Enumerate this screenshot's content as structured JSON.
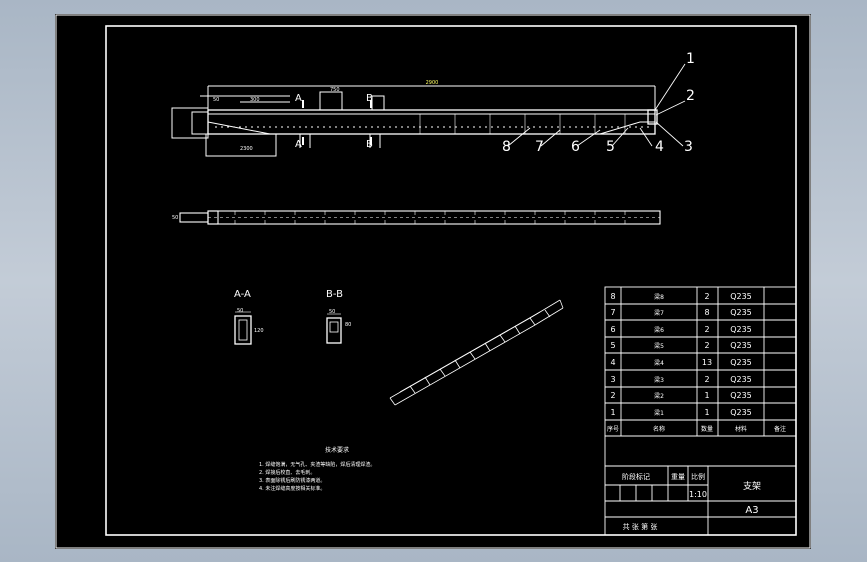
{
  "drawing": {
    "overall_length": "2900",
    "left_dims": [
      "50",
      "300",
      "750",
      "2300"
    ],
    "section_labels": [
      "A",
      "B"
    ],
    "callouts": [
      "1",
      "2",
      "3",
      "4",
      "5",
      "6",
      "7",
      "8"
    ],
    "section_views": [
      {
        "title": "A-A",
        "dim_w": "50",
        "dim_h": "120"
      },
      {
        "title": "B-B",
        "dim_w": "50",
        "dim_h": "80"
      }
    ],
    "side_view_dim": "50"
  },
  "notes": {
    "title": "技术要求",
    "lines": [
      "1. 焊缝饱满，无气孔、夹渣等缺陷，焊后清理焊渣。",
      "2. 焊接后校直、去毛刺。",
      "3. 表面除锈后刷防锈漆两道。",
      "4. 未注焊缝高度按相关标准。"
    ]
  },
  "bom": {
    "rows": [
      {
        "no": "8",
        "name": "梁8",
        "qty": "2",
        "material": "Q235",
        "note": ""
      },
      {
        "no": "7",
        "name": "梁7",
        "qty": "8",
        "material": "Q235",
        "note": ""
      },
      {
        "no": "6",
        "name": "梁6",
        "qty": "2",
        "material": "Q235",
        "note": ""
      },
      {
        "no": "5",
        "name": "梁5",
        "qty": "2",
        "material": "Q235",
        "note": ""
      },
      {
        "no": "4",
        "name": "梁4",
        "qty": "13",
        "material": "Q235",
        "note": ""
      },
      {
        "no": "3",
        "name": "梁3",
        "qty": "2",
        "material": "Q235",
        "note": ""
      },
      {
        "no": "2",
        "name": "梁2",
        "qty": "1",
        "material": "Q235",
        "note": ""
      },
      {
        "no": "1",
        "name": "梁1",
        "qty": "1",
        "material": "Q235",
        "note": ""
      }
    ],
    "header": {
      "no": "序号",
      "name": "名称",
      "qty": "数量",
      "material": "材料",
      "note": "备注"
    }
  },
  "title_block": {
    "mark_label": "阶段标记",
    "weight_label": "重量",
    "scale_label": "比例",
    "scale_value": "1:10",
    "part_name": "支架",
    "sheet_size": "A3",
    "sheet_info": "共 张 第 张"
  }
}
